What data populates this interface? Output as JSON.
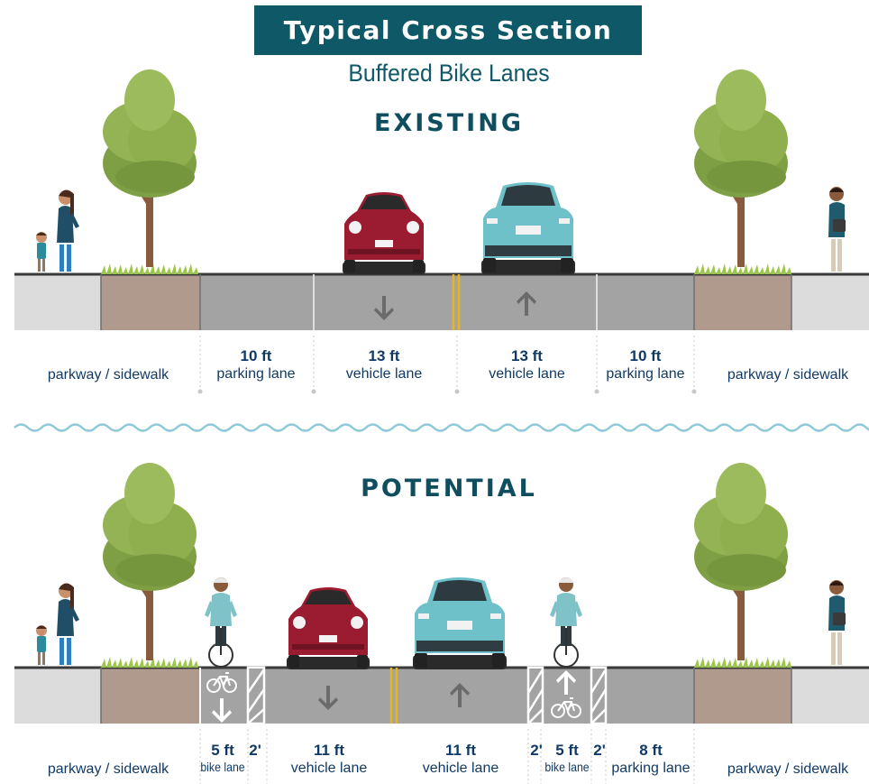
{
  "title": "Typical Cross Section",
  "subtitle": "Buffered Bike Lanes",
  "existing": {
    "heading": "EXISTING",
    "labels": {
      "sidewalk_left": "parkway / sidewalk",
      "parking_left_value": "10 ft",
      "parking_left_name": "parking lane",
      "vehicle_left_value": "13 ft",
      "vehicle_left_name": "vehicle lane",
      "vehicle_right_value": "13 ft",
      "vehicle_right_name": "vehicle lane",
      "parking_right_value": "10 ft",
      "parking_right_name": "parking lane",
      "sidewalk_right": "parkway / sidewalk"
    }
  },
  "potential": {
    "heading": "POTENTIAL",
    "labels": {
      "sidewalk_left": "parkway / sidewalk",
      "bike_left_value": "5 ft",
      "bike_left_name": "bike lane",
      "buffer_left": "2'",
      "vehicle_left_value": "11 ft",
      "vehicle_left_name": "vehicle lane",
      "vehicle_right_value": "11 ft",
      "vehicle_right_name": "vehicle lane",
      "buffer_right_a": "2'",
      "bike_right_value": "5 ft",
      "bike_right_name": "bike lane",
      "buffer_right_b": "2'",
      "parking_right_value": "8 ft",
      "parking_right_name": "parking lane",
      "sidewalk_right": "parkway / sidewalk"
    }
  },
  "colors": {
    "banner": "#0f5868",
    "heading": "#0f4e5e",
    "label": "#103a66",
    "road": "#a3a3a3",
    "sidewalk": "#dcdcdc",
    "planter": "#b09a8d",
    "center_line": "#e8b51e",
    "wave": "#8ec9d8",
    "red_car": "#9b1b30",
    "teal_car": "#6fc1c9",
    "tree_leaf": "#8fae4e"
  }
}
